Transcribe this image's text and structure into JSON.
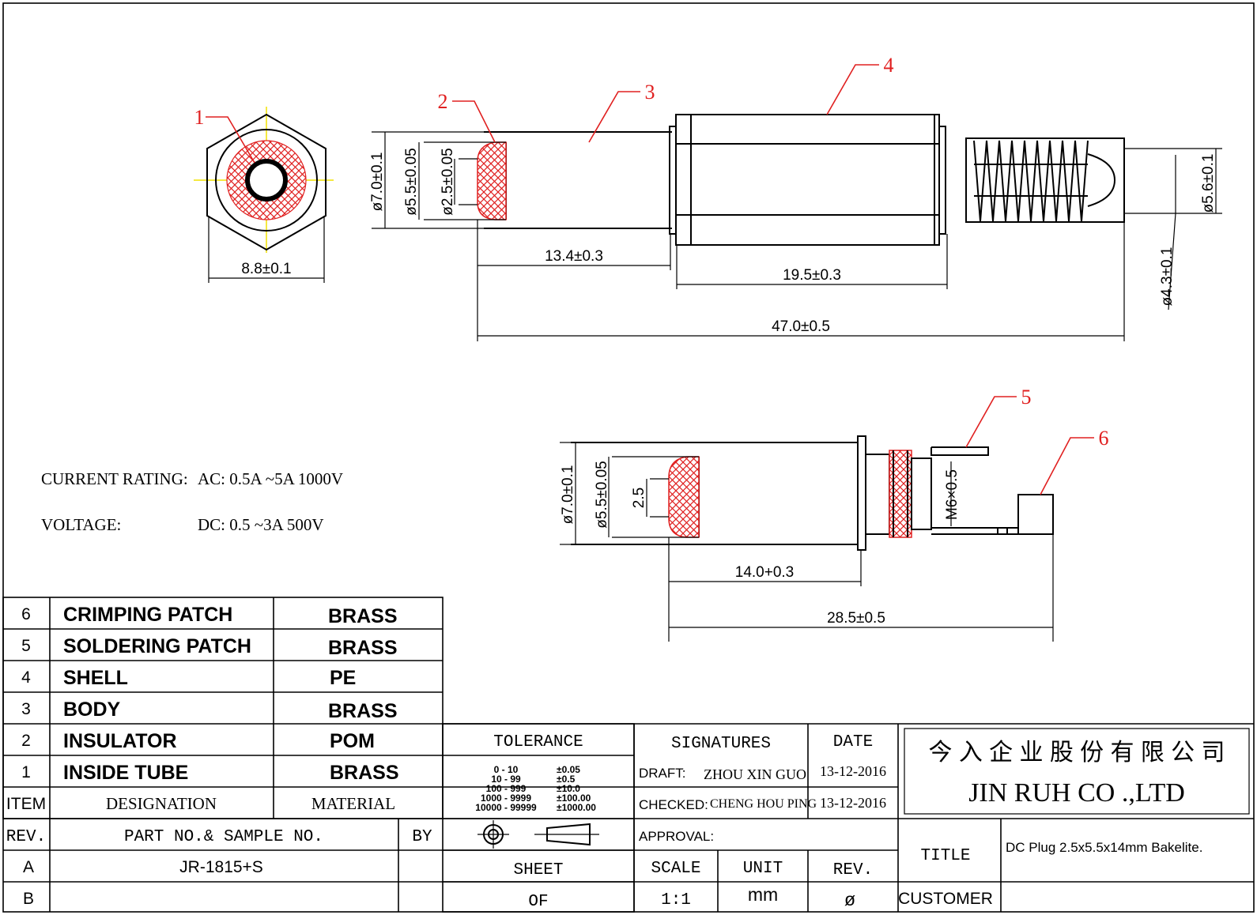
{
  "drawing": {
    "callouts": [
      "1",
      "2",
      "3",
      "4",
      "5",
      "6"
    ],
    "dimensions": {
      "hex_width": "8.8±0.1",
      "outer_dia": "ø7.0±0.1",
      "inner_dia": "ø5.5±0.05",
      "pin_dia": "ø2.5±0.05",
      "plug_length": "13.4±0.3",
      "shell_length": "19.5±0.3",
      "total_length": "47.0±0.5",
      "cable_dia": "ø5.6±0.1",
      "cable_inner_dia": "ø4.3±0.1",
      "outer_dia_2": "ø7.0±0.1",
      "inner_dia_2": "ø5.5±0.05",
      "pin_2": "2.5",
      "thread": "M6×0.5",
      "plug_length_2": "14.0+0.3",
      "total_length_2": "28.5±0.5"
    }
  },
  "ratings": {
    "current_label": "CURRENT RATING:",
    "current_value": "AC: 0.5A ~5A 1000V",
    "voltage_label": "VOLTAGE:",
    "voltage_value": "DC: 0.5 ~3A 500V"
  },
  "bom": {
    "rows": [
      {
        "item": "6",
        "designation": "CRIMPING  PATCH",
        "material": "BRASS"
      },
      {
        "item": "5",
        "designation": "SOLDERING  PATCH",
        "material": "BRASS"
      },
      {
        "item": "4",
        "designation": "SHELL",
        "material": "PE"
      },
      {
        "item": "3",
        "designation": "BODY",
        "material": "BRASS"
      },
      {
        "item": "2",
        "designation": "INSULATOR",
        "material": "POM"
      },
      {
        "item": "1",
        "designation": "INSIDE  TUBE",
        "material": "BRASS"
      }
    ],
    "header": {
      "item": "ITEM",
      "designation": "DESIGNATION",
      "material": "MATERIAL"
    }
  },
  "revisions": {
    "header": {
      "rev": "REV.",
      "part": "PART NO.& SAMPLE NO.",
      "by": "BY"
    },
    "rows": [
      {
        "rev": "A",
        "part": "JR-1815+S",
        "by": ""
      },
      {
        "rev": "B",
        "part": "",
        "by": ""
      }
    ]
  },
  "tolerance": {
    "title": "TOLERANCE",
    "ranges": [
      "0  -  10",
      "10  -  99",
      "100  -  999",
      "1000  -  9999",
      "10000  -  99999"
    ],
    "values": [
      "±0.05",
      "±0.5",
      "±10.0",
      "±100.00",
      "±1000.00"
    ]
  },
  "signatures": {
    "title": "SIGNATURES",
    "date_title": "DATE",
    "draft_label": "DRAFT:",
    "draft_name": "ZHOU  XIN  GUO",
    "draft_date": "13-12-2016",
    "checked_label": "CHECKED:",
    "checked_name": "CHENG  HOU  PING",
    "checked_date": "13-12-2016",
    "approval_label": "APPROVAL:"
  },
  "company": {
    "name_cn": "今 入 企 业 股 份 有 限 公 司",
    "name_en": "JIN  RUH  CO .,LTD"
  },
  "title_block": {
    "title_label": "TITLE",
    "title_value": "DC  Plug  2.5x5.5x14mm  Bakelite.",
    "customer_label": "CUSTOMER",
    "sheet_label": "SHEET",
    "of_label": "OF",
    "scale_label": "SCALE",
    "scale_value": "1:1",
    "unit_label": "UNIT",
    "unit_value": "mm",
    "rev_label": "REV.",
    "rev_value": "ø"
  }
}
